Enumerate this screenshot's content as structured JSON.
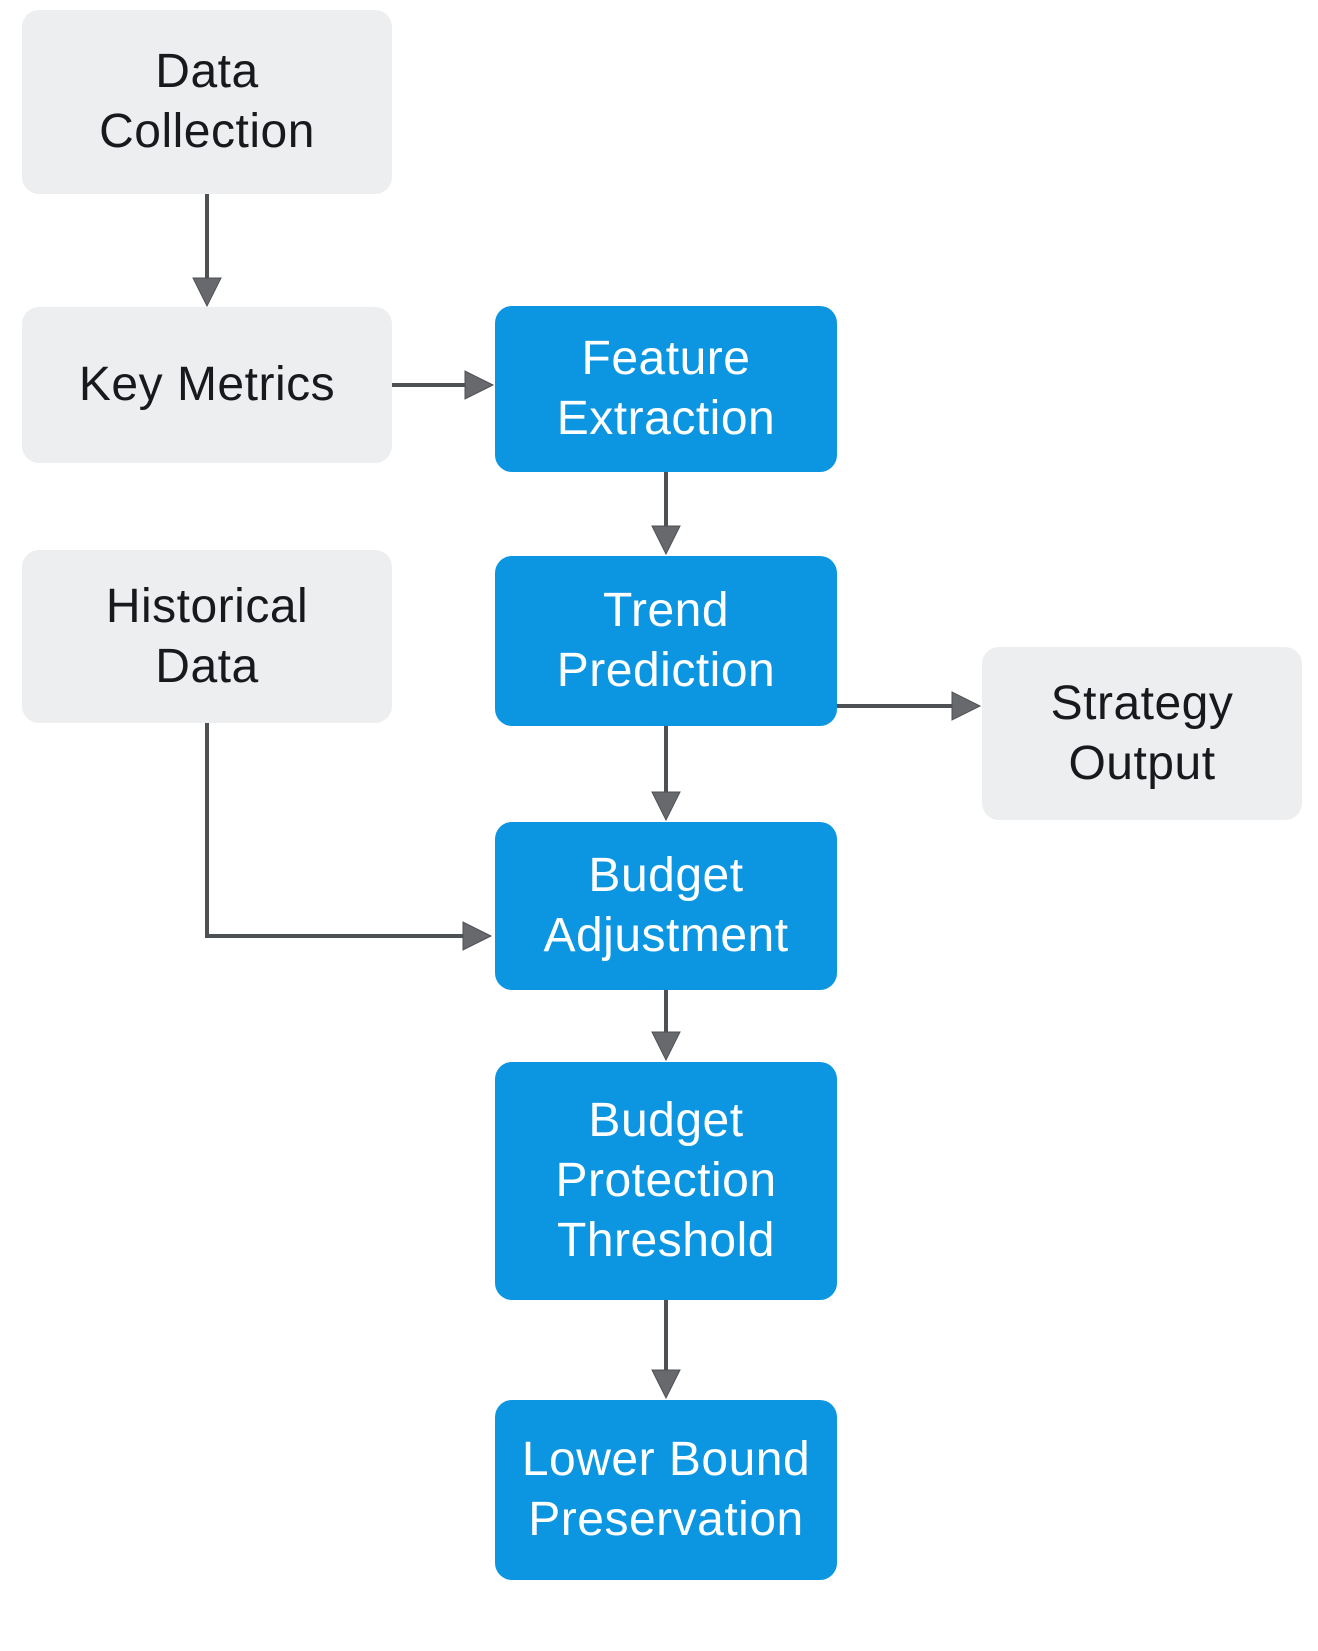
{
  "diagram": {
    "background_color": "#ffffff",
    "colors": {
      "process_node_fill": "#0c96e2",
      "process_node_text": "#ffffff",
      "data_node_fill": "#eceef0",
      "data_node_text": "#17191d",
      "arrow_line": "#4e5154",
      "arrow_head": "#67696c"
    },
    "nodes": {
      "data_collection": {
        "label": "Data\nCollection",
        "type": "data"
      },
      "key_metrics": {
        "label": "Key Metrics",
        "type": "data"
      },
      "feature_extraction": {
        "label": "Feature\nExtraction",
        "type": "process"
      },
      "historical_data": {
        "label": "Historical\nData",
        "type": "data"
      },
      "trend_prediction": {
        "label": "Trend\nPrediction",
        "type": "process"
      },
      "strategy_output": {
        "label": "Strategy\nOutput",
        "type": "data"
      },
      "budget_adjustment": {
        "label": "Budget\nAdjustment",
        "type": "process"
      },
      "budget_protection_threshold": {
        "label": "Budget\nProtection\nThreshold",
        "type": "process"
      },
      "lower_bound_preservation": {
        "label": "Lower Bound\nPreservation",
        "type": "process"
      }
    },
    "edges": [
      {
        "from": "Data Collection",
        "to": "Key Metrics"
      },
      {
        "from": "Key Metrics",
        "to": "Feature Extraction"
      },
      {
        "from": "Feature Extraction",
        "to": "Trend Prediction"
      },
      {
        "from": "Trend Prediction",
        "to": "Strategy Output"
      },
      {
        "from": "Trend Prediction",
        "to": "Budget Adjustment"
      },
      {
        "from": "Historical Data",
        "to": "Budget Adjustment"
      },
      {
        "from": "Budget Adjustment",
        "to": "Budget Protection Threshold"
      },
      {
        "from": "Budget Protection Threshold",
        "to": "Lower Bound Preservation"
      }
    ]
  }
}
